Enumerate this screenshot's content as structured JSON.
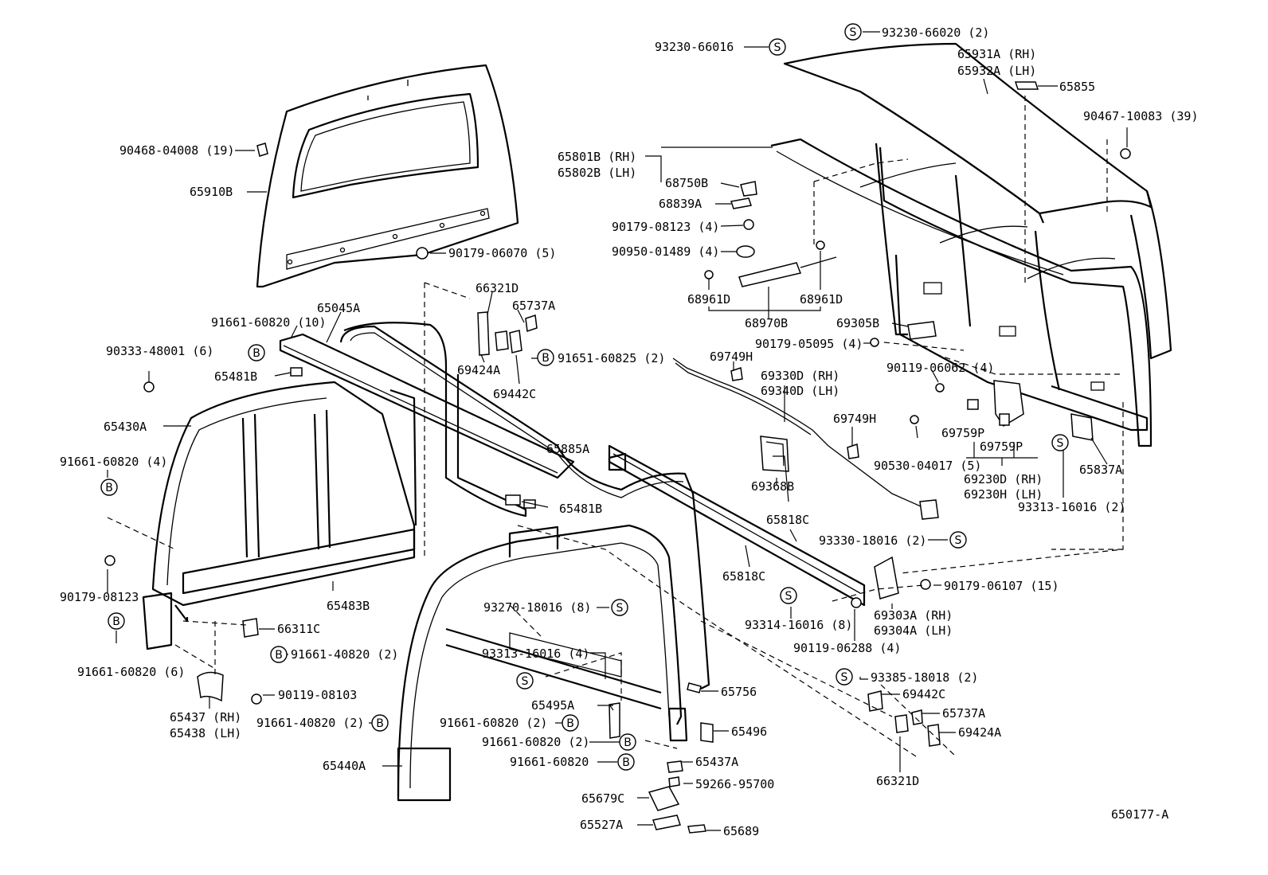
{
  "drawing_number": "650177-A",
  "callouts": [
    {
      "text": "93230-66016"
    },
    {
      "text": "93230-66020 (2)"
    },
    {
      "text": "65931A (RH)"
    },
    {
      "text": "65932A (LH)"
    },
    {
      "text": "65855"
    },
    {
      "text": "90467-10083 (39)"
    },
    {
      "text": "90468-04008 (19)"
    },
    {
      "text": "65910B"
    },
    {
      "text": "90179-06070 (5)"
    },
    {
      "text": "65801B (RH)"
    },
    {
      "text": "65802B (LH)"
    },
    {
      "text": "68750B"
    },
    {
      "text": "68839A"
    },
    {
      "text": "90179-08123 (4)"
    },
    {
      "text": "90950-01489 (4)"
    },
    {
      "text": "68961D"
    },
    {
      "text": "68961D"
    },
    {
      "text": "68970B"
    },
    {
      "text": "69305B"
    },
    {
      "text": "90179-05095 (4)"
    },
    {
      "text": "90119-06062 (4)"
    },
    {
      "text": "66321D"
    },
    {
      "text": "65737A"
    },
    {
      "text": "65045A"
    },
    {
      "text": "91661-60820 (10)"
    },
    {
      "text": "69424A"
    },
    {
      "text": "69442C"
    },
    {
      "text": "91651-60825 (2)"
    },
    {
      "text": "90333-48001 (6)"
    },
    {
      "text": "65481B"
    },
    {
      "text": "69749H"
    },
    {
      "text": "69330D (RH)"
    },
    {
      "text": "69340D (LH)"
    },
    {
      "text": "69749H"
    },
    {
      "text": "65430A"
    },
    {
      "text": "91661-60820 (4)"
    },
    {
      "text": "65885A"
    },
    {
      "text": "69368B"
    },
    {
      "text": "69759P"
    },
    {
      "text": "69759P"
    },
    {
      "text": "90530-04017 (5)"
    },
    {
      "text": "69230D (RH)"
    },
    {
      "text": "69230H (LH)"
    },
    {
      "text": "65837A"
    },
    {
      "text": "93313-16016 (2)"
    },
    {
      "text": "65481B"
    },
    {
      "text": "65818C"
    },
    {
      "text": "93330-18016 (2)"
    },
    {
      "text": "90179-08123"
    },
    {
      "text": "65483B"
    },
    {
      "text": "65818C"
    },
    {
      "text": "90179-06107 (15)"
    },
    {
      "text": "93270-18016 (8)"
    },
    {
      "text": "93314-16016 (8)"
    },
    {
      "text": "69303A (RH)"
    },
    {
      "text": "69304A (LH)"
    },
    {
      "text": "66311C"
    },
    {
      "text": "91661-40820 (2)"
    },
    {
      "text": "90119-06288 (4)"
    },
    {
      "text": "91661-60820 (6)"
    },
    {
      "text": "93313-16016 (4)"
    },
    {
      "text": "93385-18018 (2)"
    },
    {
      "text": "90119-08103"
    },
    {
      "text": "65756"
    },
    {
      "text": "69442C"
    },
    {
      "text": "65495A"
    },
    {
      "text": "65737A"
    },
    {
      "text": "65437 (RH)"
    },
    {
      "text": "65438 (LH)"
    },
    {
      "text": "91661-40820 (2)"
    },
    {
      "text": "91661-60820 (2)"
    },
    {
      "text": "65496"
    },
    {
      "text": "69424A"
    },
    {
      "text": "91661-60820 (2)"
    },
    {
      "text": "65440A"
    },
    {
      "text": "91661-60820"
    },
    {
      "text": "65437A"
    },
    {
      "text": "66321D"
    },
    {
      "text": "59266-95700"
    },
    {
      "text": "65679C"
    },
    {
      "text": "65527A"
    },
    {
      "text": "65689"
    }
  ],
  "symbols": {
    "B": "B",
    "S": "S"
  }
}
